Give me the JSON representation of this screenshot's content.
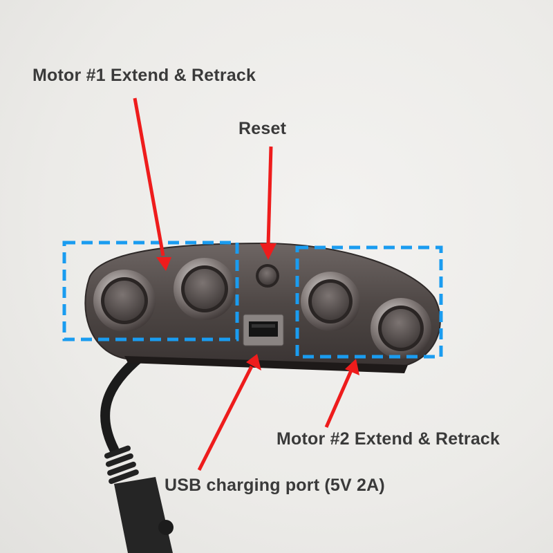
{
  "labels": {
    "motor1": "Motor #1 Extend & Retrack",
    "reset": "Reset",
    "motor2": "Motor #2 Extend & Retrack",
    "usb": "USB charging port (5V 2A)"
  },
  "colors": {
    "arrow": "#ee1c1c",
    "highlight_box": "#1a9cf0",
    "text": "#3a3a3a",
    "device_body": "#5a5250",
    "cable": "#1b1b1b"
  },
  "device": {
    "buttons": [
      "motor1-button-a",
      "motor1-button-b",
      "motor2-button-a",
      "motor2-button-b"
    ],
    "reset_button": "reset",
    "usb_port": "usb-a"
  }
}
